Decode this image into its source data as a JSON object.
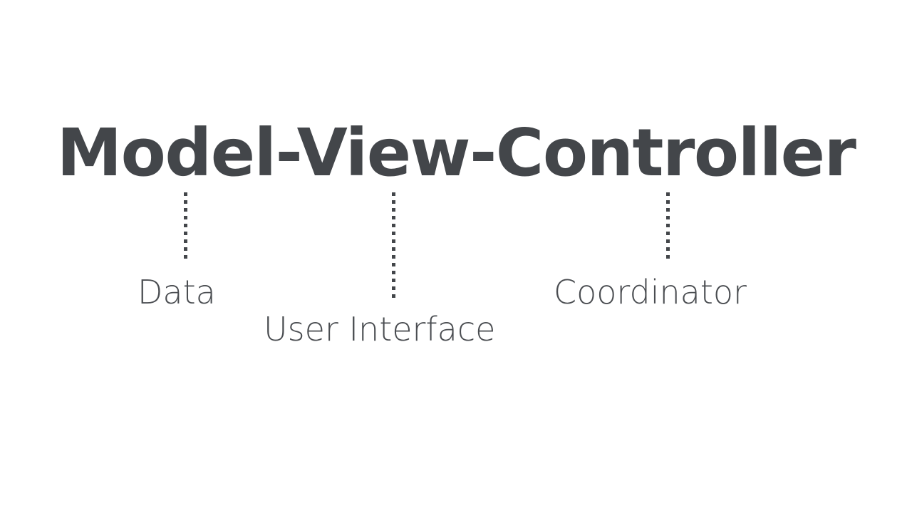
{
  "slide": {
    "background_color": "#ffffff",
    "text_color": "#43464a",
    "title": "Model-View-Controller",
    "connectors": [
      {
        "name": "model",
        "label": "Data"
      },
      {
        "name": "view",
        "label": "User Interface"
      },
      {
        "name": "controller",
        "label": "Coordinator"
      }
    ],
    "labels": {
      "model": "Data",
      "view": "User Interface",
      "controller": "Coordinator"
    }
  }
}
